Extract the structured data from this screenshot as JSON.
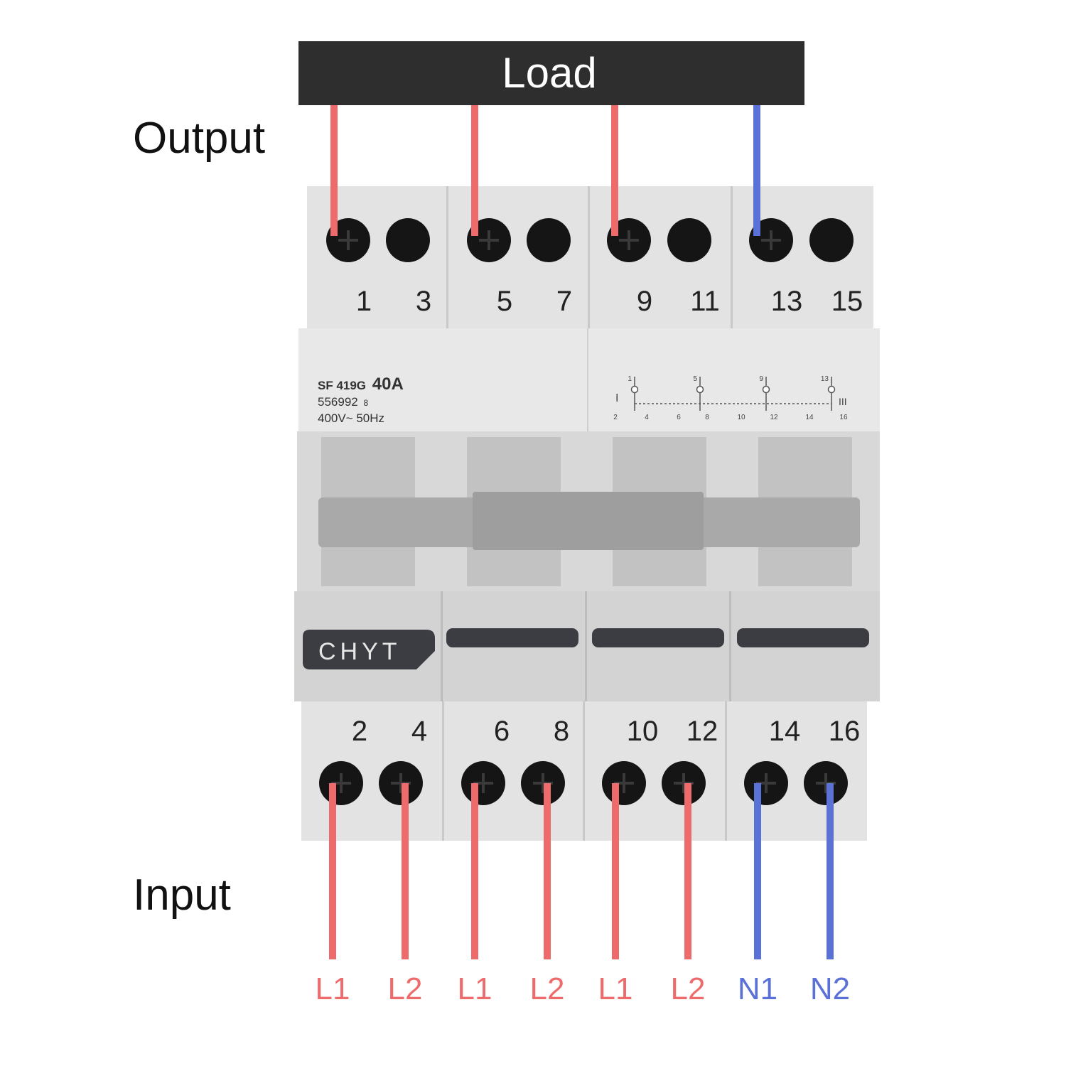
{
  "load_label": "Load",
  "output_label": "Output",
  "input_label": "Input",
  "top_terminals": [
    "1",
    "3",
    "5",
    "7",
    "9",
    "11",
    "13",
    "15"
  ],
  "bottom_terminals": [
    "2",
    "4",
    "6",
    "8",
    "10",
    "12",
    "14",
    "16"
  ],
  "bottom_wire_labels": [
    "L1",
    "L2",
    "L1",
    "L2",
    "L1",
    "L2",
    "N1",
    "N2"
  ],
  "top_wires": [
    {
      "terminal": "1",
      "phase": "line"
    },
    {
      "terminal": "5",
      "phase": "line"
    },
    {
      "terminal": "9",
      "phase": "line"
    },
    {
      "terminal": "13",
      "phase": "neutral"
    }
  ],
  "device": {
    "model": "SF 419G",
    "rating": "40A",
    "code": "556992",
    "code_suffix": "8",
    "voltage": "400V~ 50Hz",
    "brand": "CHYT"
  },
  "schematic": {
    "pos_left": "I",
    "pos_right": "III",
    "top_pins": [
      "1",
      "5",
      "9",
      "13"
    ],
    "bottom_pins": [
      "2",
      "4",
      "6",
      "8",
      "10",
      "12",
      "14",
      "16"
    ]
  },
  "colors": {
    "line": "#ee6b6b",
    "neutral": "#5a72d8",
    "load_bar": "#2e2e2e",
    "body": "#dcdcdc"
  }
}
